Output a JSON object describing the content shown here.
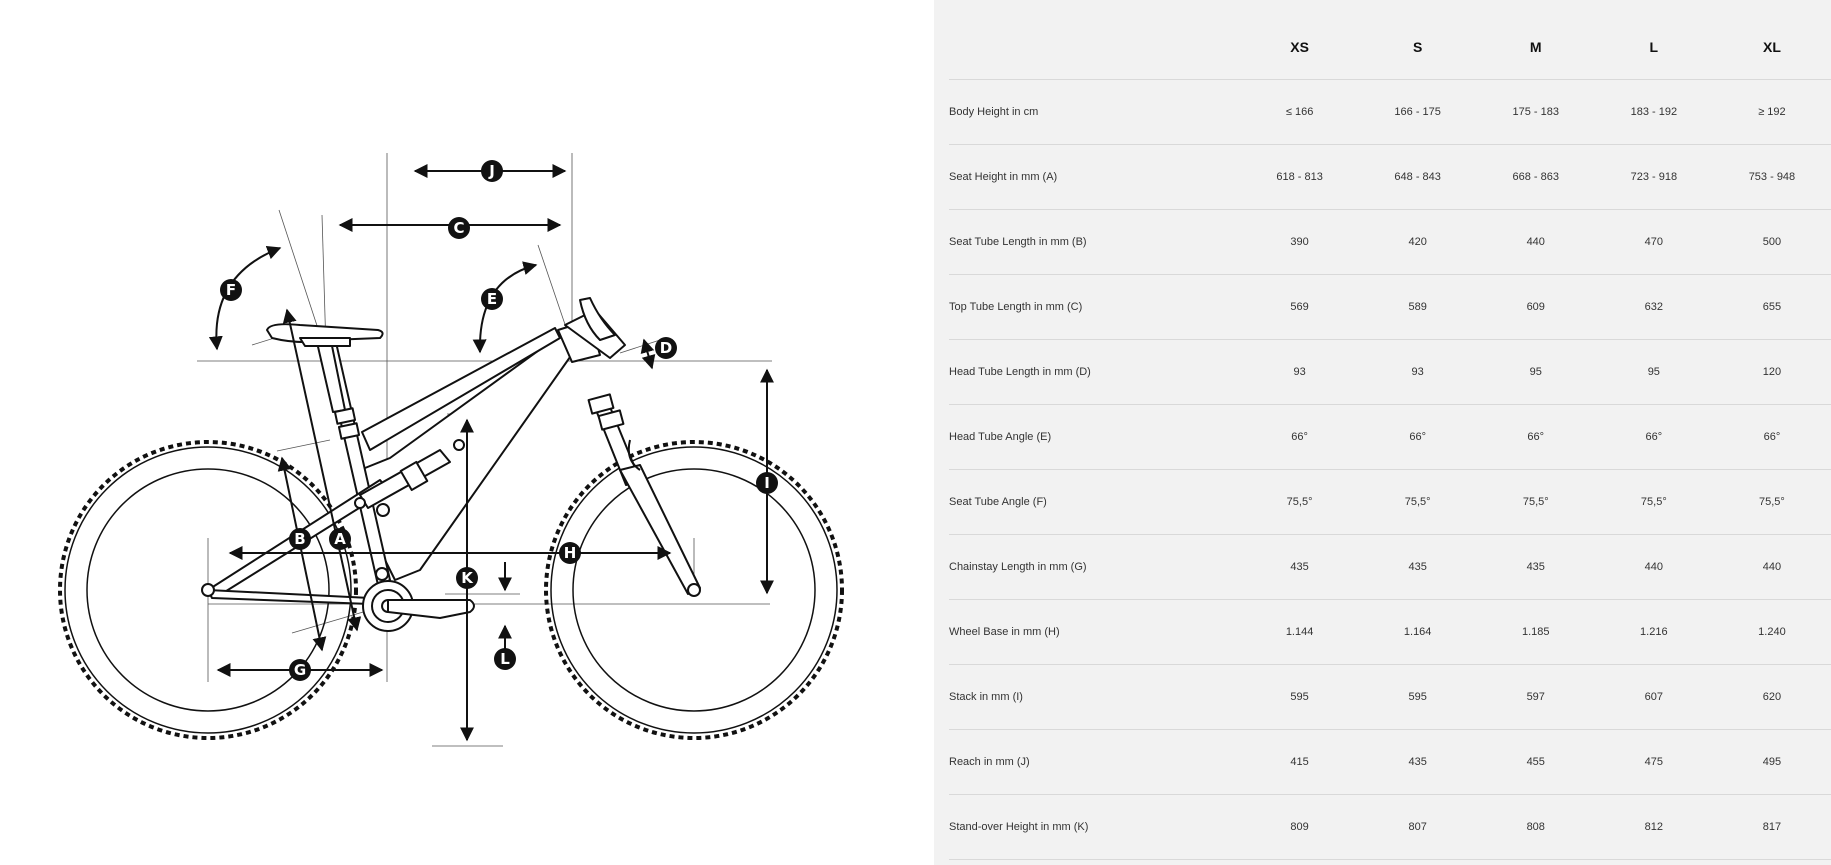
{
  "diagram": {
    "labels": [
      "A",
      "B",
      "C",
      "D",
      "E",
      "F",
      "G",
      "H",
      "I",
      "J",
      "K",
      "L"
    ]
  },
  "table": {
    "sizes": [
      "XS",
      "S",
      "M",
      "L",
      "XL"
    ],
    "rows": [
      {
        "label": "Body Height in cm",
        "values": [
          "≤ 166",
          "166 - 175",
          "175 - 183",
          "183 - 192",
          "≥ 192"
        ]
      },
      {
        "label": "Seat Height in mm (A)",
        "values": [
          "618 - 813",
          "648 - 843",
          "668 - 863",
          "723 - 918",
          "753 - 948"
        ]
      },
      {
        "label": "Seat Tube Length in mm (B)",
        "values": [
          "390",
          "420",
          "440",
          "470",
          "500"
        ]
      },
      {
        "label": "Top Tube Length in mm (C)",
        "values": [
          "569",
          "589",
          "609",
          "632",
          "655"
        ]
      },
      {
        "label": "Head Tube Length in mm (D)",
        "values": [
          "93",
          "93",
          "95",
          "95",
          "120"
        ]
      },
      {
        "label": "Head Tube Angle (E)",
        "values": [
          "66°",
          "66°",
          "66°",
          "66°",
          "66°"
        ]
      },
      {
        "label": "Seat Tube Angle (F)",
        "values": [
          "75,5°",
          "75,5°",
          "75,5°",
          "75,5°",
          "75,5°"
        ]
      },
      {
        "label": "Chainstay Length in mm (G)",
        "values": [
          "435",
          "435",
          "435",
          "440",
          "440"
        ]
      },
      {
        "label": "Wheel Base in mm (H)",
        "values": [
          "1.144",
          "1.164",
          "1.185",
          "1.216",
          "1.240"
        ]
      },
      {
        "label": "Stack in mm (I)",
        "values": [
          "595",
          "595",
          "597",
          "607",
          "620"
        ]
      },
      {
        "label": "Reach in mm (J)",
        "values": [
          "415",
          "435",
          "455",
          "475",
          "495"
        ]
      },
      {
        "label": "Stand-over Height in mm (K)",
        "values": [
          "809",
          "807",
          "808",
          "812",
          "817"
        ]
      }
    ]
  }
}
